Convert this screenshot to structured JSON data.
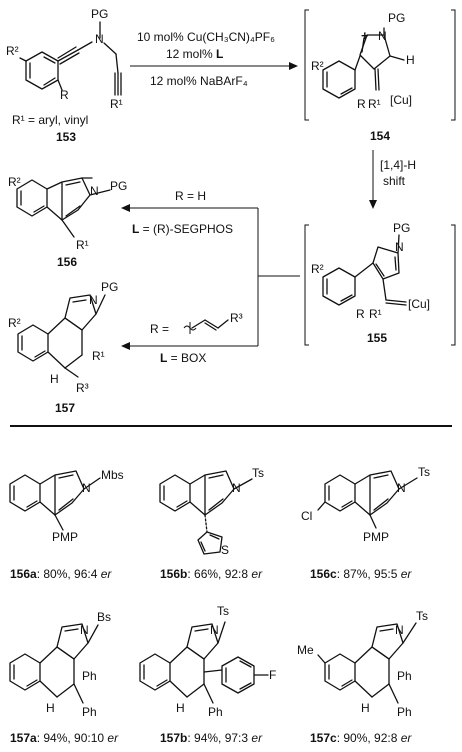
{
  "scheme": {
    "reactant": {
      "number": "153",
      "r1_note": "R¹ = aryl, vinyl",
      "labels": {
        "pg": "PG",
        "n": "N",
        "r2": "R²",
        "r": "R",
        "r1": "R¹"
      }
    },
    "conditions_top": {
      "line1": "10 mol% Cu(CH₃CN)₄PF₆",
      "line2_pre": "12 mol% ",
      "line2_ligand": "L",
      "line3": "12 mol% NaBArF₄"
    },
    "intermediate_154": {
      "number": "154",
      "labels": {
        "pg": "PG",
        "n": "N",
        "plus": "+",
        "h": "H",
        "r2": "R²",
        "r": "R",
        "r1": "R¹",
        "cu": "[Cu]"
      }
    },
    "shift": {
      "line1": "[1,4]-H",
      "line2": "shift"
    },
    "intermediate_155": {
      "number": "155",
      "labels": {
        "pg": "PG",
        "n": "N",
        "r2": "R²",
        "r": "R",
        "r1": "R¹",
        "cu": "[Cu]"
      }
    },
    "path_156": {
      "condition1": "R = H",
      "condition2_pre": "L",
      "condition2_post": " = (R)-SEGPHOS"
    },
    "path_157": {
      "condition1_pre": "R = ",
      "condition1_r3": "R³",
      "condition2_pre": "L",
      "condition2_post": " = BOX"
    },
    "product_156": {
      "number": "156",
      "labels": {
        "pg": "PG",
        "n": "N",
        "r2": "R²",
        "r1": "R¹"
      }
    },
    "product_157": {
      "number": "157",
      "labels": {
        "pg": "PG",
        "n": "N",
        "r2": "R²",
        "r1": "R¹",
        "r3": "R³",
        "h": "H"
      }
    }
  },
  "examples": [
    {
      "id": "156a",
      "result": ": 80%, 96:4 ",
      "er": "er",
      "substituent": "Mbs",
      "group": "PMP"
    },
    {
      "id": "156b",
      "result": ": 66%, 92:8 ",
      "er": "er",
      "substituent": "Ts",
      "group": "S"
    },
    {
      "id": "156c",
      "result": ": 87%, 95:5 ",
      "er": "er",
      "substituent": "Ts",
      "group": "PMP",
      "extra": "Cl"
    },
    {
      "id": "157a",
      "result": ": 94%, 90:10 ",
      "er": "er",
      "substituent": "Bs",
      "group": "Ph",
      "group2": "Ph",
      "h": "H"
    },
    {
      "id": "157b",
      "result": ": 94%, 97:3 ",
      "er": "er",
      "substituent": "Ts",
      "group": "F",
      "group2": "Ph",
      "h": "H"
    },
    {
      "id": "157c",
      "result": ": 90%, 92:8 ",
      "er": "er",
      "substituent": "Ts",
      "group": "Ph",
      "group2": "Ph",
      "h": "H",
      "extra": "Me"
    }
  ]
}
